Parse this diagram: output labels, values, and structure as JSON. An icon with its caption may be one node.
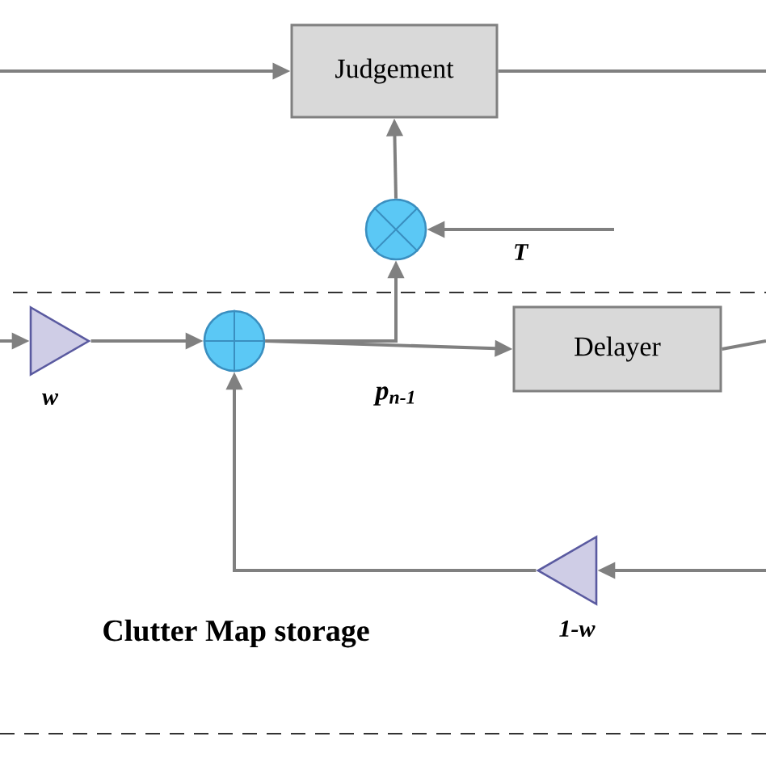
{
  "diagram": {
    "nodes": [
      {
        "text": [
          "Judgement"
        ]
      },
      {
        "text": [],
        "shape": "circle"
      },
      {
        "text": [],
        "shape": "triangle",
        "beside": [
          "w"
        ]
      },
      {
        "text": [],
        "shape": "circle"
      },
      {
        "text": [
          "Delayer"
        ]
      },
      {
        "text": [],
        "shape": "triangle",
        "beside": [
          "1-w"
        ]
      }
    ],
    "edges": [
      {
        "from": null,
        "to": 0,
        "arrow": "to"
      },
      {
        "from": 0,
        "to": null,
        "arrow": "none"
      },
      {
        "from": 1,
        "to": 0,
        "arrow": "to"
      },
      {
        "from": null,
        "to": 1,
        "arrow": "to",
        "label": "T"
      },
      {
        "from": null,
        "to": 2,
        "arrow": "to"
      },
      {
        "from": 2,
        "to": 3,
        "arrow": "to"
      },
      {
        "from": 3,
        "to": 4,
        "arrow": "to"
      },
      {
        "from": 3,
        "to": 1,
        "arrow": "to"
      },
      {
        "from": 4,
        "to": null,
        "arrow": "none"
      },
      {
        "from": null,
        "to": 5,
        "arrow": "to"
      },
      {
        "from": 5,
        "to": 3,
        "arrow": "to"
      }
    ],
    "labels": [
      "p$_{n-1}$",
      "Clutter Map storage"
    ]
  }
}
